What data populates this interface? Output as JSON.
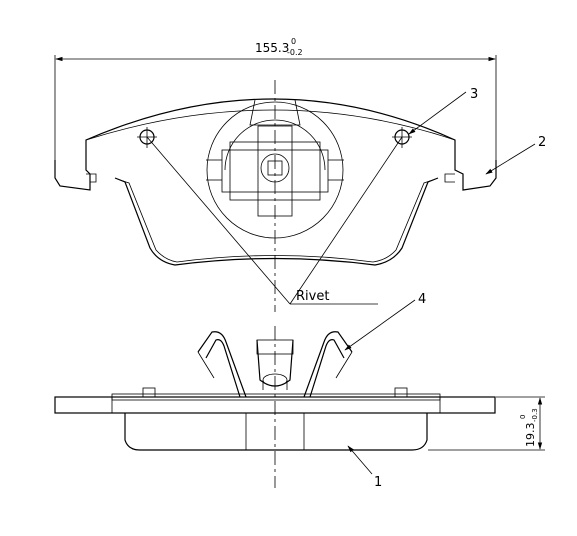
{
  "dimensions": {
    "width": {
      "value": "155.3",
      "tol_upper": "0",
      "tol_lower": "-0.2"
    },
    "thickness": {
      "value": "19.3",
      "tol_upper": "0",
      "tol_lower": "-0.3"
    }
  },
  "callouts": {
    "one": "1",
    "two": "2",
    "three": "3",
    "four": "4"
  },
  "labels": {
    "rivet": "Rivet"
  }
}
